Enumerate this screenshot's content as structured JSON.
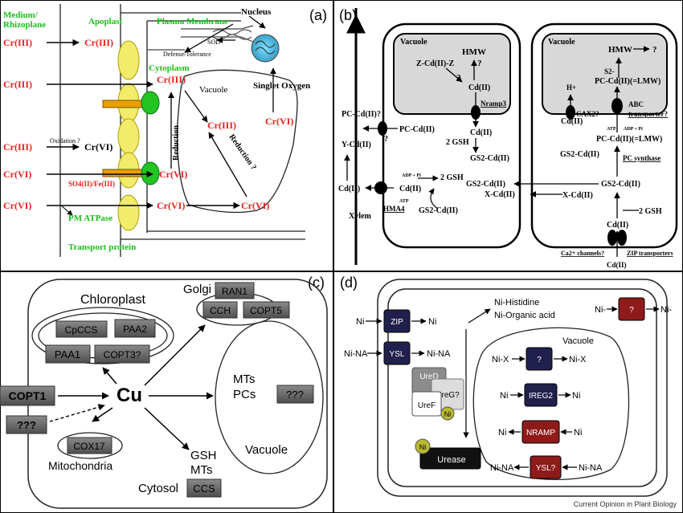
{
  "panel_a": {
    "tag": "(a)",
    "medium": "Medium/",
    "rhizoplane": "Rhizoplane",
    "apoplast": "Apoplast",
    "plasma_membrane": "Plasma Membrane",
    "nucleus": "Nucleus",
    "sod": "SOD",
    "defense": "Defense/Tolerance",
    "cytoplasm": "Cytoplasm",
    "vacuole": "Vacuole",
    "singlet_oxygen": "Singlet Oxygen",
    "oxidation": "Oxidation ?",
    "reduction": "Reduction",
    "reduction_q": "Reduction ?",
    "so4_fe": "SO4(II)/Fe(III)",
    "pm_atpase": "PM ATPase",
    "transport_protein": "Transport protein",
    "cr3": "Cr(III)",
    "cr6": "Cr(VI)",
    "cr6_alt": "Cr(VI)"
  },
  "panel_b": {
    "tag": "(b)",
    "vacuole": "Vacuole",
    "hmw": "HMW",
    "z_cd_z": "Z-Cd(II)-Z",
    "q": "?",
    "cd2": "Cd(II)",
    "nramp3": "Nramp3",
    "pc_cd_q": "PC-Cd(II)?",
    "pc_cd": "PC-Cd(II)",
    "two_gsh": "2 GSH",
    "y_cd": "Y-Cd(II)",
    "gs2_cd": "GS2-Cd(II)",
    "adp_pi": "ADP + Pi",
    "atp": "ATP",
    "x_cd": "X-Cd(II)",
    "hma4": "HMA4",
    "xylem": "Xylem",
    "s2": "S2-",
    "pc_cd_lmw": "PC-Cd(II)(=LMW)",
    "h_plus": "H+",
    "cax2": "CAX2?",
    "abc": "ABC",
    "transporter": "transporter?",
    "pc_synthase": "PC synthase",
    "ca_channels": "Ca2+ channels?",
    "zip_transporters": "ZIP transporters"
  },
  "panel_c": {
    "tag": "(c)",
    "chloroplast": "Chloroplast",
    "cpccs": "CpCCS",
    "paa2": "PAA2",
    "paa1": "PAA1",
    "copt3": "COPT3?",
    "golgi": "Golgi",
    "ran1": "RAN1",
    "cch": "CCH",
    "copt5": "COPT5",
    "copt1": "COPT1",
    "cu": "Cu",
    "unknown": "???",
    "mts_pcs_1": "MTs",
    "mts_pcs_2": "PCs",
    "vacuole": "Vacuole",
    "cox17": "COX17",
    "mitochondria": "Mitochondria",
    "gsh": "GSH",
    "mts": "MTs",
    "cytosol": "Cytosol",
    "ccs": "CCS"
  },
  "panel_d": {
    "tag": "(d)",
    "ni": "Ni",
    "ni_minus": "Ni-",
    "ni_na": "Ni-NA",
    "zip": "ZIP",
    "ysl": "YSL",
    "ni_histidine": "Ni-Histidine",
    "ni_organic_acid": "Ni-Organic acid",
    "q": "?",
    "vacuole": "Vacuole",
    "ni_x": "Ni-X",
    "ured": "UreD",
    "uref": "UreF",
    "ureg": "UreG?",
    "ireg2": "IREG2",
    "nramp": "NRAMP",
    "urease": "Urease",
    "ysl_q": "YSL?",
    "credit": "Current Opinion in Plant Biology"
  },
  "colors": {
    "label_red": "#e8201e",
    "label_green": "#18c018",
    "yellow": "#f2ec6a",
    "green_ch": "#22c422",
    "orange_bar": "#e8a000",
    "vac_gray": "#d8d8d8",
    "box_gray": "#6c6c6c",
    "navy": "#21204c",
    "maroon": "#8f1a1a"
  }
}
